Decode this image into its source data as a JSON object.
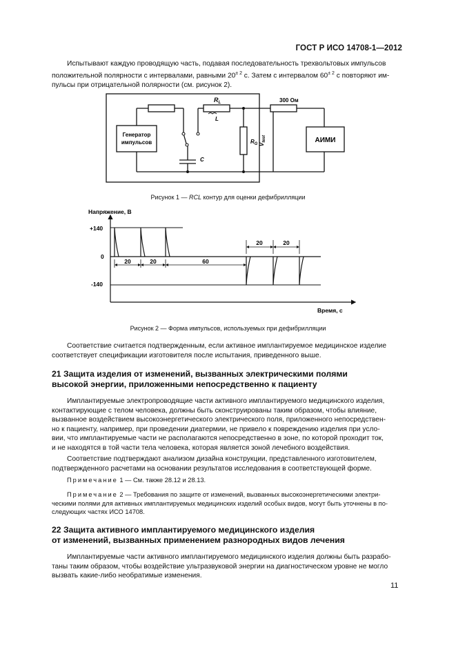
{
  "header": {
    "doc_id": "ГОСТ Р ИСО 14708-1—2012"
  },
  "intro": {
    "line1_a": "Испытывают каждую проводящую часть, подавая последовательность трехвольтовых импульсов",
    "line2_a": "положительной полярности с интервалами, равными 20",
    "line2_sup1": "± 2",
    "line2_b": " с. Затем с интервалом 60",
    "line2_sup2": "± 2",
    "line2_c": " с повторяют им-",
    "line3": "пульсы при отрицательной полярности (см. рисунок 2)."
  },
  "figure1": {
    "label_rl": "R",
    "label_rl_sub": "L",
    "label_l": "L",
    "label_c": "C",
    "label_rg": "R",
    "label_rg_sub": "G",
    "label_v": "V",
    "label_v_sub": "test",
    "label_300": "300 Ом",
    "gen_line1": "Генератор",
    "gen_line2": "импульсов",
    "aimi": "АИМИ",
    "caption_a": "Рисунок 1 — ",
    "caption_em": "RCL",
    "caption_b": " контур для оценки дефибрилляции"
  },
  "figure2": {
    "ylabel": "Напряжение, В",
    "xlabel": "Время, с",
    "tick_pos": "+140",
    "tick_zero": "0",
    "tick_neg": "-140",
    "interval1": "20",
    "interval2": "20",
    "interval3": "60",
    "interval4": "20",
    "interval5": "20",
    "caption": "Рисунок 2 — Форма импульсов, используемых при дефибрилляции"
  },
  "conformity": {
    "line1": "Соответствие считается подтвержденным, если активное имплантируемое медицинское изделие",
    "line2": "соответствует спецификации изготовителя после испытания, приведенного выше."
  },
  "section21": {
    "title_line1": "21 Защита изделия от изменений, вызванных электрическими полями",
    "title_line2": "высокой энергии, приложенными непосредственно к пациенту",
    "p1": [
      "Имплантируемые электропроводящие части активного имплантируемого медицинского изделия,",
      "контактирующие с телом человека, должны быть сконструированы таким образом, чтобы влияние,",
      "вызванное воздействием высокоэнергетического электрического поля, приложенного непосредствен-",
      "но к пациенту, например, при проведении диатермии, не привело к повреждению изделия при усло-",
      "вии, что имплантируемые части не располагаются непосредственно в зоне, по которой проходит ток,",
      "и не находятся в той части тела человека, которая является зоной лечебного воздействия."
    ],
    "p2": [
      "Соответствие подтверждают анализом дизайна конструкции, представленного изготовителем,",
      "подтвержденного расчетами на основании результатов исследования в соответствующей форме."
    ],
    "note1_label": "Примечание",
    "note1_text": " 1 — См. также 28.12 и 28.13.",
    "note2_label": "Примечание",
    "note2_line1": " 2 — Требования по защите от изменений, вызванных высокоэнергетическими электри-",
    "note2_line2": "ческими полями для активных имплантируемых медицинских изделий особых видов, могут быть уточнены в по-",
    "note2_line3": "следующих частях ИСО 14708."
  },
  "section22": {
    "title_line1": "22 Защита активного имплантируемого медицинского изделия",
    "title_line2": "от изменений, вызванных применением разнородных видов лечения",
    "p1": [
      "Имплантируемые части активного имплантируемого медицинского изделия должны быть разрабо-",
      "таны таким образом, чтобы воздействие ультразвуковой энергии на диагностическом уровне не могло",
      "вызвать какие-либо необратимые изменения."
    ]
  },
  "page_number": "11"
}
